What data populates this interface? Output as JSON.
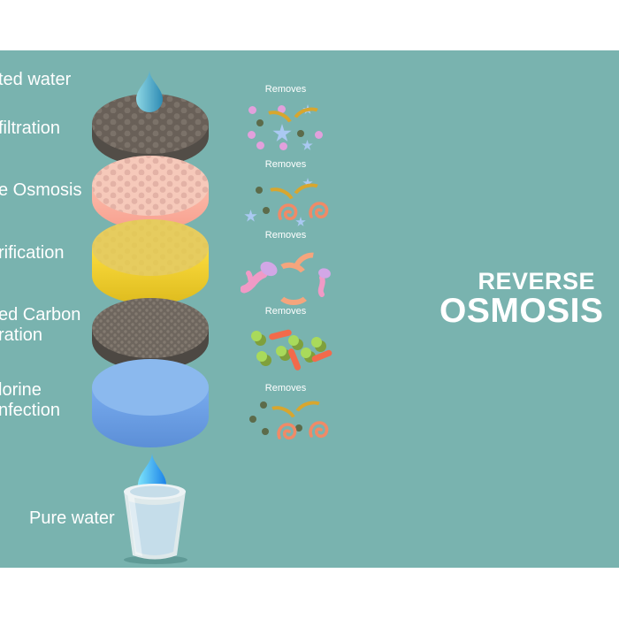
{
  "title": {
    "line1": "REVERSE",
    "line2": "OSMOSIS"
  },
  "stages": [
    {
      "label": "ted water"
    },
    {
      "label": "filtration"
    },
    {
      "label": "e Osmosis"
    },
    {
      "label": "rification"
    },
    {
      "label": "ed Carbon",
      "label2": "ration"
    },
    {
      "label": "lorine",
      "label2": "nfection"
    }
  ],
  "pure_water_label": "Pure water",
  "removes": [
    {
      "label": "Removes",
      "icons": [
        "violet-dot",
        "olive-dot",
        "blue-star",
        "yellow-strand"
      ]
    },
    {
      "label": "Removes",
      "icons": [
        "olive-dot",
        "blue-star",
        "yellow-strand",
        "salmon-spiral"
      ]
    },
    {
      "label": "Removes",
      "icons": [
        "pink-germ",
        "salmon-rod-arc"
      ]
    },
    {
      "label": "Removes",
      "icons": [
        "green-cell",
        "red-rod"
      ]
    },
    {
      "label": "Removes",
      "icons": [
        "olive-dot",
        "yellow-strand",
        "salmon-spiral"
      ]
    }
  ],
  "palette": {
    "background_teal": "#79b3af",
    "band_white": "#ffffff",
    "text_white": "#ffffff",
    "disc_dark_gray": "#696058",
    "disc_pink": "#f6c9ba",
    "disc_yellow": "#e6cc5f",
    "disc_blue": "#8bb9ee",
    "drop_top": "#3f9fc4",
    "drop_bottom": "#2b9ef0",
    "icon_violet": "#e2a0dc",
    "icon_olive": "#5c6b4a",
    "icon_star_blue": "#aac9f2",
    "icon_strand_yellow": "#d8a62e",
    "icon_spiral_salmon": "#f08a67",
    "icon_germ_pink": "#f09ac6",
    "icon_germ_head_purple": "#d2a7e6",
    "icon_cell_green": "#a9da5b",
    "icon_rod_red": "#f26a4b"
  }
}
